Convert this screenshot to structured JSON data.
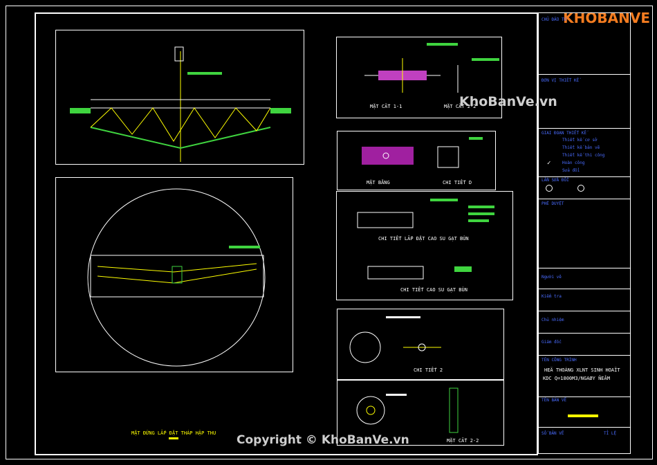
{
  "logo": {
    "text": "KHOBANVE"
  },
  "watermarks": {
    "top": "KhoBanVe.vn",
    "bottom": "Copyright © KhoBanVe.vn"
  },
  "views": {
    "elevation_title": "MẶT ĐỨNG LẮP ĐẶT THÁP HẬP THU",
    "section_1_1": "MẶT CẮT 1-1",
    "section_2_2": "MẶT CẮT 2-2",
    "plan": "MẶT BẰNG",
    "detail_d": "CHI TIẾT D",
    "detail_scraper_install": "CHI TIẾT LẮP ĐẶT CAO SU GẠT BÙN",
    "detail_scraper": "CHI TIẾT CAO SU GẠT BÙN",
    "detail_2": "CHI TIẾT 2"
  },
  "title_block": {
    "owner": "CHỦ ĐẦU TƯ",
    "designer": "ĐƠN VỊ THIẾT KẾ",
    "phase_header": "GIAI ĐOẠN THIẾT KẾ",
    "phase_items": [
      "Thiết kế cơ sở",
      "Thiết kế bản vẽ",
      "Thiết kế thi công",
      "Hoàn công",
      "Sửa đổi"
    ],
    "revision": "LẦN SỬA ĐỔI",
    "approval": "PHÊ DUYỆT",
    "roles": [
      "Người vẽ",
      "Kiểm tra",
      "Chủ nhiệm",
      "Giám đốc"
    ],
    "project_label": "TÊN CÔNG TRÌNH",
    "project_line1": "HEÄ THOÁNG XLNT SINH HOAÏT",
    "project_line2": "KDC Q=1800M3/NGAØY ÑEÂM",
    "drawing_label": "TÊN BẢN VẼ",
    "sheet_no_label": "SỐ BẢN VẼ",
    "scale_label": "TỈ LỆ"
  }
}
